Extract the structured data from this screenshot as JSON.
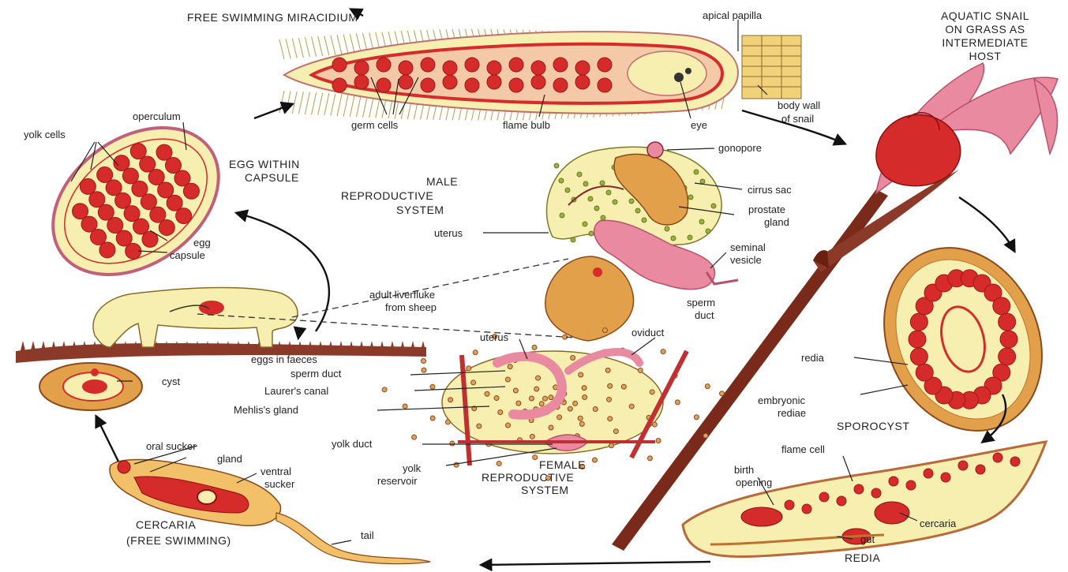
{
  "stages": {
    "miracidium": "FREE SWIMMING MIRACIDIUM",
    "snail": [
      "AQUATIC SNAIL",
      "ON GRASS AS",
      "INTERMEDIATE",
      "HOST"
    ],
    "egg": [
      "EGG WITHIN",
      "CAPSULE"
    ],
    "male": [
      "MALE",
      "REPRODUCTIVE",
      "SYSTEM"
    ],
    "female": [
      "FEMALE",
      "REPRODUCTIVE",
      "SYSTEM"
    ],
    "sporocyst": "SPOROCYST",
    "redia": "REDIA",
    "cercaria": [
      "CERCARIA",
      "(FREE SWIMMING)"
    ]
  },
  "labels": {
    "apical_papilla": "apical papilla",
    "body_wall": [
      "body wall",
      "of snail"
    ],
    "germ_cells": "germ cells",
    "flame_bulb": "flame bulb",
    "eye": "eye",
    "operculum": "operculum",
    "yolk_cells": "yolk cells",
    "egg": "egg",
    "capsule": "capsule",
    "gonopore": "gonopore",
    "cirrus_sac": "cirrus sac",
    "prostate_gland": [
      "prostate",
      "gland"
    ],
    "uterus_male": "uterus",
    "seminal_vesicle": [
      "seminal",
      "vesicle"
    ],
    "sperm_duct_male": [
      "sperm",
      "duct"
    ],
    "adult_liverfluke": [
      "adult liverfluke",
      "from sheep"
    ],
    "eggs_in_faeces": "eggs in faeces",
    "cyst": "cyst",
    "uterus_female": "uterus",
    "oviduct": "oviduct",
    "sperm_duct": "sperm duct",
    "laurers_canal": "Laurer's canal",
    "mehlis_gland": "Mehlis's gland",
    "yolk_duct": "yolk duct",
    "yolk_reservoir": [
      "yolk",
      "reservoir"
    ],
    "oral_sucker": "oral sucker",
    "gland": "gland",
    "ventral_sucker": [
      "ventral",
      "sucker"
    ],
    "tail": "tail",
    "redia_label": "redia",
    "embryonic_rediae": [
      "embryonic",
      "rediae"
    ],
    "flame_cell": "flame cell",
    "birth_opening": [
      "birth",
      "opening"
    ],
    "cercaria_label": "cercaria",
    "gut": "gut"
  },
  "colors": {
    "flesh": "#f6efb0",
    "red": "#d62b2b",
    "dark_red": "#a01818",
    "pink": "#e98aa0",
    "orange": "#e3a04a",
    "outline": "#7a2a2a",
    "stem": "#7a2a1a",
    "soil": "#8b3a2a"
  }
}
